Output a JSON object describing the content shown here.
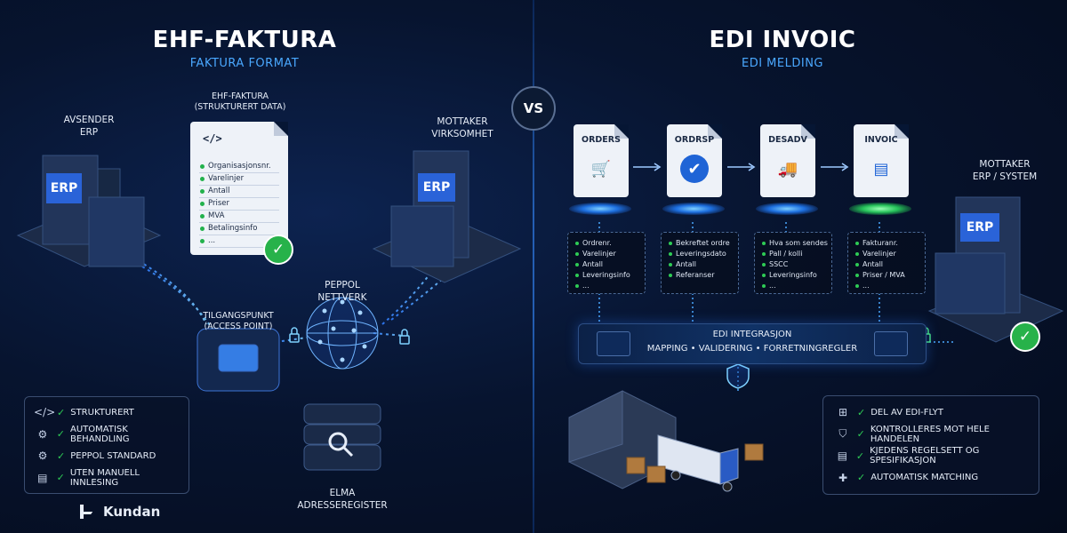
{
  "vs": "VS",
  "left": {
    "title": "EHF-FAKTURA",
    "subtitle": "FAKTURA FORMAT",
    "sender_label": [
      "AVSENDER",
      "ERP"
    ],
    "sender_screen": "ERP",
    "doc_caption": [
      "EHF-FAKTURA",
      "(STRUKTURERT DATA)"
    ],
    "doc_code": "</>",
    "doc_fields": [
      "Organisasjonsnr.",
      "Varelinjer",
      "Antall",
      "Priser",
      "MVA",
      "Betalingsinfo",
      "..."
    ],
    "receiver_label": [
      "MOTTAKER",
      "VIRKSOMHET"
    ],
    "receiver_screen": "ERP",
    "peppol_label": [
      "PEPPOL",
      "NETTVERK"
    ],
    "access_point_label": [
      "TILGANGSPUNKT",
      "(ACCESS POINT)"
    ],
    "registry_label": [
      "ELMA",
      "ADRESSEREGISTER"
    ],
    "features": [
      {
        "icon": "code-icon",
        "glyph": "</>",
        "text": "STRUKTURERT"
      },
      {
        "icon": "gear-icon",
        "glyph": "⚙",
        "text": "AUTOMATISK BEHANDLING"
      },
      {
        "icon": "gear-icon",
        "glyph": "⚙",
        "text": "PEPPOL STANDARD"
      },
      {
        "icon": "document-icon",
        "glyph": "▤",
        "text": "UTEN MANUELL INNLESING"
      }
    ],
    "logo_text": "Kundan"
  },
  "right": {
    "title": "EDI INVOIC",
    "subtitle": "EDI MELDING",
    "docs": [
      {
        "name": "ORDERS",
        "icon": "cart-icon",
        "glyph": "🛒",
        "fields": [
          "Ordrenr.",
          "Varelinjer",
          "Antall",
          "Leveringsinfo",
          "..."
        ]
      },
      {
        "name": "ORDRSP",
        "icon": "check-circle-icon",
        "glyph": "✔",
        "fields": [
          "Bekreftet ordre",
          "Leveringsdato",
          "Antall",
          "Referanser"
        ]
      },
      {
        "name": "DESADV",
        "icon": "truck-icon",
        "glyph": "🚚",
        "fields": [
          "Hva som sendes",
          "Pall / kolli",
          "SSCC",
          "Leveringsinfo",
          "..."
        ]
      },
      {
        "name": "INVOIC",
        "icon": "invoice-icon",
        "glyph": "▤",
        "fields": [
          "Fakturanr.",
          "Varelinjer",
          "Antall",
          "Priser / MVA",
          "..."
        ]
      }
    ],
    "receiver_label": [
      "MOTTAKER",
      "ERP / SYSTEM"
    ],
    "receiver_screen": "ERP",
    "integration_title": "EDI INTEGRASJON",
    "integration_sub": "MAPPING • VALIDERING • FORRETNINGREGLER",
    "features": [
      {
        "icon": "hierarchy-icon",
        "glyph": "⊞",
        "text": "DEL AV EDI-FLYT"
      },
      {
        "icon": "shield-icon",
        "glyph": "⛉",
        "text": "KONTROLLERES MOT HELE HANDELEN"
      },
      {
        "icon": "document-icon",
        "glyph": "▤",
        "text": "KJEDENS REGELSETT OG SPESIFIKASJON"
      },
      {
        "icon": "puzzle-icon",
        "glyph": "✚",
        "text": "AUTOMATISK MATCHING"
      }
    ]
  },
  "colors": {
    "accent": "#4aa8ff",
    "check": "#27b24a",
    "background": "#07142f"
  }
}
